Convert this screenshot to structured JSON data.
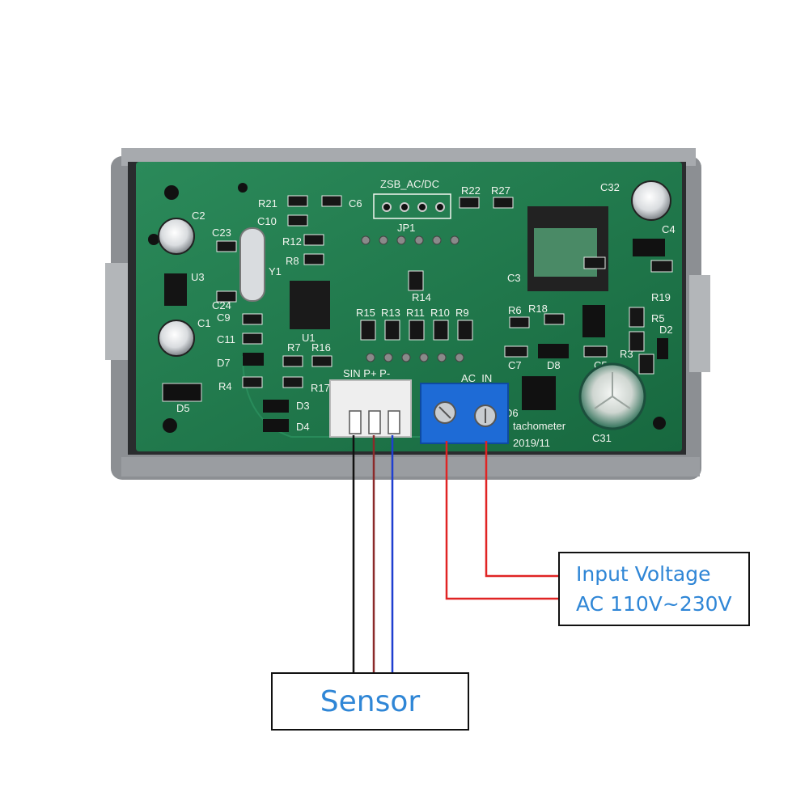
{
  "labels": {
    "sensor": "Sensor",
    "input_voltage_line1": "Input Voltage",
    "input_voltage_line2": "AC 110V~230V"
  },
  "silkscreen": {
    "board_id": "ZSB_AC/DC",
    "jumper": "JP1",
    "sensor_header": "SIN P+ P-",
    "ac_terminal": "AC_IN",
    "product": "tachometer",
    "date": "2019/11",
    "components": {
      "R21": "R21",
      "C6": "C6",
      "R22": "R22",
      "R27": "R27",
      "C32": "C32",
      "C10": "C10",
      "C2": "C2",
      "C23": "C23",
      "R12": "R12",
      "R8": "R8",
      "Y1": "Y1",
      "U3": "U3",
      "C24": "C24",
      "C9": "C9",
      "C1": "C1",
      "C11": "C11",
      "U1": "U1",
      "R14": "R14",
      "R15": "R15",
      "R13": "R13",
      "R11": "R11",
      "R10": "R10",
      "R9": "R9",
      "R6": "R6",
      "R18": "R18",
      "R19": "R19",
      "R5": "R5",
      "D2": "D2",
      "C4": "C4",
      "C3": "C3",
      "R7": "R7",
      "R16": "R16",
      "D7": "D7",
      "C7": "C7",
      "D8": "D8",
      "R3": "R3",
      "C5": "C5",
      "R4": "R4",
      "R17": "R17",
      "D3": "D3",
      "D4": "D4",
      "D5": "D5",
      "D6": "D6",
      "C31": "C31"
    }
  },
  "colors": {
    "pcb": "#1f7a4e",
    "housing": "#8c8f93",
    "terminal_block": "#1e6bd6",
    "wire_black": "#111111",
    "wire_brown": "#8b2a2a",
    "wire_blue": "#1f3fd0",
    "wire_red": "#e02424",
    "label_text": "#2f86d6"
  }
}
